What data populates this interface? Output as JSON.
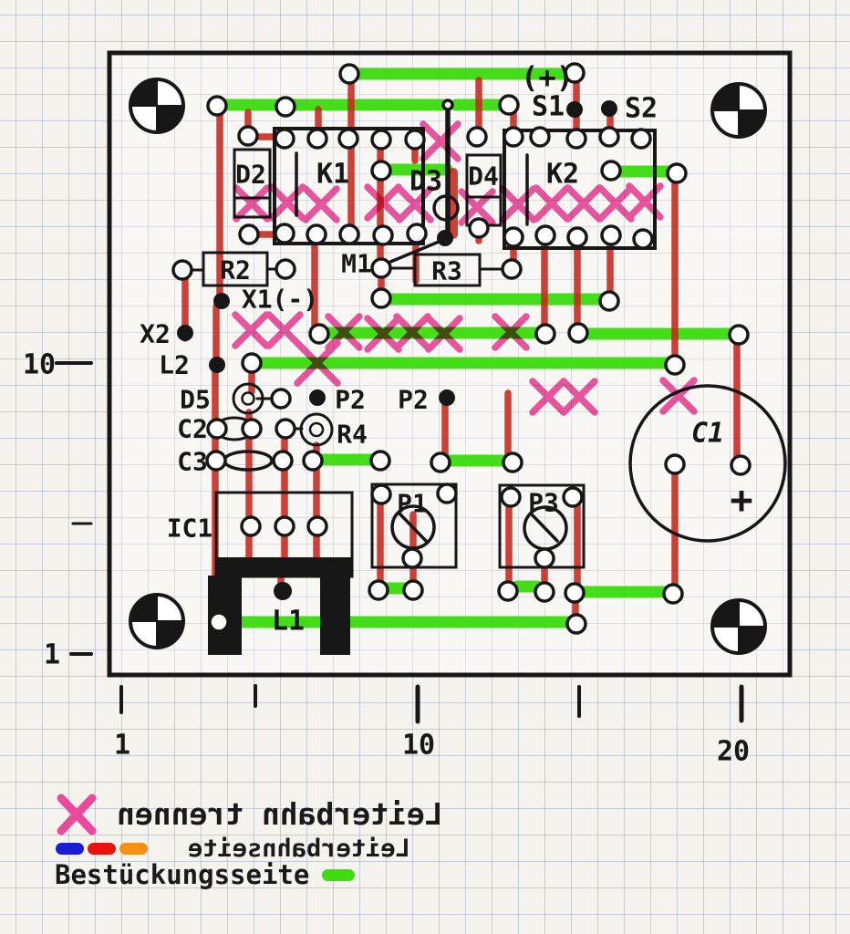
{
  "colors": {
    "green": "#3cdc0e",
    "red": "#c5291f",
    "pink": "#ea4a9b",
    "ink": "#171717",
    "paper": "#f5f3ee",
    "grid": "#aab2c6"
  },
  "legend": {
    "cut_label": "Leiterbahn trennen",
    "trace_side_label": "Leiterbahnseite",
    "component_side_label": "Bestückungsseite",
    "trace_side_swatches": [
      "#1b1bd8",
      "#e8130c",
      "#f49012"
    ],
    "component_side_swatch": "#3cdc0e"
  },
  "axes": {
    "left": {
      "labels": [
        [
          "10",
          43,
          400
        ],
        [
          "1",
          57,
          718
        ]
      ],
      "ticks": [
        [
          62,
          398,
          100,
          398,
          4
        ],
        [
          80,
          574,
          100,
          574,
          3
        ],
        [
          78,
          717,
          100,
          717,
          4
        ]
      ]
    },
    "bottom": {
      "labels": [
        [
          "1",
          134,
          817
        ],
        [
          "10",
          459,
          817
        ],
        [
          "20",
          804,
          824
        ]
      ],
      "ticks": [
        [
          133,
          753,
          133,
          781,
          4
        ],
        [
          280,
          752,
          280,
          774,
          4
        ],
        [
          458,
          753,
          458,
          791,
          5
        ],
        [
          635,
          753,
          635,
          785,
          4
        ],
        [
          813,
          753,
          813,
          790,
          5
        ]
      ]
    }
  },
  "board": {
    "outline": [
      120,
      58,
      746,
      682
    ],
    "fiducial_radius": 29,
    "fiducials": [
      [
        172,
        116
      ],
      [
        810,
        121
      ],
      [
        172,
        681
      ],
      [
        810,
        687
      ]
    ],
    "green_traces": [
      [
        81,
        390,
        628
      ],
      [
        115,
        247,
        305
      ],
      [
        115,
        322,
        484
      ],
      [
        115,
        500,
        554
      ],
      [
        186,
        429,
        490
      ],
      [
        188,
        677,
        736
      ],
      [
        328,
        429,
        661
      ],
      [
        365,
        358,
        591
      ],
      [
        366,
        646,
        802
      ],
      [
        398,
        285,
        733
      ],
      [
        504,
        353,
        411
      ],
      [
        505,
        490,
        556
      ],
      [
        645,
        424,
        449
      ],
      [
        643,
        567,
        589
      ],
      [
        649,
        639,
        731
      ],
      [
        682,
        250,
        626
      ]
    ],
    "red_traces_v": [
      [
        241,
        122,
        326
      ],
      [
        237,
        336,
        394
      ],
      [
        236,
        404,
        632
      ],
      [
        203,
        301,
        371
      ],
      [
        272,
        123,
        144
      ],
      [
        349,
        120,
        148
      ],
      [
        385,
        87,
        252
      ],
      [
        417,
        157,
        253
      ],
      [
        417,
        262,
        290
      ],
      [
        418,
        299,
        322
      ],
      [
        455,
        158,
        176
      ],
      [
        456,
        262,
        308
      ],
      [
        345,
        262,
        361
      ],
      [
        497,
        189,
        257,
        10
      ],
      [
        525,
        88,
        146
      ],
      [
        525,
        253,
        264
      ],
      [
        563,
        122,
        145
      ],
      [
        632,
        87,
        111
      ],
      [
        632,
        127,
        146
      ],
      [
        669,
        126,
        145
      ],
      [
        563,
        265,
        290
      ],
      [
        597,
        263,
        361
      ],
      [
        633,
        264,
        357
      ],
      [
        669,
        263,
        325
      ],
      [
        740,
        196,
        395
      ],
      [
        808,
        372,
        501
      ],
      [
        740,
        516,
        645
      ],
      [
        631,
        655,
        678
      ],
      [
        417,
        548,
        642
      ],
      [
        453,
        564,
        642
      ],
      [
        558,
        550,
        642
      ],
      [
        597,
        618,
        643
      ],
      [
        633,
        550,
        642
      ],
      [
        308,
        631,
        643
      ],
      [
        488,
        442,
        500
      ],
      [
        557,
        431,
        501
      ],
      [
        276,
        404,
        429
      ],
      [
        273,
        452,
        630
      ],
      [
        312,
        477,
        630
      ],
      [
        347,
        488,
        630
      ]
    ],
    "red_traces_h": [
      [
        150,
        281,
        303
      ],
      [
        257,
        281,
        303
      ]
    ],
    "component_boxes": [
      [
        257,
        164,
        39,
        74,
        3
      ],
      [
        301,
        141,
        163,
        126,
        4
      ],
      [
        512,
        170,
        37,
        77,
        3
      ],
      [
        553,
        143,
        165,
        129,
        4
      ],
      [
        223,
        277,
        70,
        36,
        3
      ],
      [
        455,
        279,
        71,
        34,
        3
      ],
      [
        237,
        540,
        149,
        92,
        3
      ],
      [
        408,
        531,
        92,
        91,
        3
      ],
      [
        548,
        532,
        92,
        90,
        3
      ]
    ],
    "black_lines": [
      [
        325,
        168,
        325,
        236,
        3.5
      ],
      [
        578,
        170,
        578,
        246,
        3.5
      ],
      [
        259,
        217,
        294,
        217,
        3
      ],
      [
        513,
        216,
        547,
        216,
        3
      ],
      [
        206,
        296,
        223,
        296,
        3
      ],
      [
        293,
        295,
        310,
        295,
        3
      ],
      [
        423,
        294,
        455,
        294,
        3
      ],
      [
        526,
        295,
        556,
        295,
        3
      ],
      [
        421,
        290,
        486,
        263,
        3.5
      ],
      [
        491,
        116,
        491,
        259,
        5.5
      ],
      [
        282,
        437,
        303,
        437,
        3
      ],
      [
        318,
        470,
        331,
        470,
        3
      ],
      [
        438,
        563,
        467,
        593,
        3.5
      ],
      [
        584,
        565,
        611,
        593,
        3.5
      ]
    ],
    "black_fills": [
      [
        237,
        611,
        149,
        21
      ],
      [
        228,
        631,
        37,
        87
      ],
      [
        351,
        631,
        33,
        87
      ]
    ],
    "circles": [
      [
        776,
        508,
        85,
        3.5
      ],
      [
        272,
        437,
        16,
        3
      ],
      [
        272,
        437,
        6.5,
        2.5
      ],
      [
        347,
        471,
        17,
        3
      ],
      [
        347,
        471,
        7,
        2.5
      ],
      [
        453,
        578,
        23,
        3.5
      ],
      [
        598,
        579,
        23,
        3.5
      ],
      [
        489,
        228,
        13,
        3.5
      ]
    ],
    "ellipses": [
      [
        257,
        470,
        21,
        12,
        3
      ],
      [
        272,
        505,
        26,
        10,
        3.5
      ]
    ],
    "pads": [
      [
        383,
        81
      ],
      [
        630,
        80
      ],
      [
        238,
        116
      ],
      [
        313,
        117
      ],
      [
        558,
        115
      ],
      [
        491,
        115,
        5
      ],
      [
        312,
        152
      ],
      [
        348,
        152
      ],
      [
        382,
        152
      ],
      [
        418,
        153
      ],
      [
        455,
        153
      ],
      [
        272,
        149
      ],
      [
        273,
        257
      ],
      [
        418,
        187
      ],
      [
        563,
        150
      ],
      [
        592,
        150
      ],
      [
        632,
        152
      ],
      [
        668,
        150
      ],
      [
        703,
        152
      ],
      [
        523,
        150
      ],
      [
        525,
        250
      ],
      [
        312,
        256
      ],
      [
        347,
        257
      ],
      [
        383,
        257
      ],
      [
        420,
        258
      ],
      [
        457,
        256
      ],
      [
        563,
        260
      ],
      [
        598,
        258
      ],
      [
        633,
        260
      ],
      [
        670,
        258
      ],
      [
        705,
        262
      ],
      [
        200,
        296
      ],
      [
        313,
        295
      ],
      [
        418,
        294
      ],
      [
        561,
        295
      ],
      [
        670,
        187
      ],
      [
        742,
        190
      ],
      [
        418,
        327
      ],
      [
        668,
        330
      ],
      [
        350,
        366
      ],
      [
        598,
        366
      ],
      [
        634,
        365
      ],
      [
        810,
        367
      ],
      [
        276,
        398
      ],
      [
        740,
        400
      ],
      [
        308,
        437
      ],
      [
        238,
        470
      ],
      [
        276,
        470
      ],
      [
        313,
        470
      ],
      [
        237,
        505
      ],
      [
        310,
        505
      ],
      [
        343,
        505
      ],
      [
        417,
        505
      ],
      [
        483,
        507
      ],
      [
        562,
        507
      ],
      [
        275,
        577
      ],
      [
        312,
        577
      ],
      [
        348,
        577
      ],
      [
        418,
        542
      ],
      [
        490,
        541
      ],
      [
        452,
        612
      ],
      [
        560,
        545
      ],
      [
        628,
        545
      ],
      [
        597,
        612
      ],
      [
        415,
        647
      ],
      [
        453,
        647
      ],
      [
        557,
        648
      ],
      [
        597,
        649
      ],
      [
        630,
        650
      ],
      [
        740,
        509
      ],
      [
        812,
        510
      ],
      [
        738,
        651
      ],
      [
        240,
        682
      ],
      [
        632,
        684
      ]
    ],
    "junction_dots": [
      [
        630,
        120
      ],
      [
        668,
        119
      ],
      [
        243,
        330
      ],
      [
        203,
        365
      ],
      [
        238,
        400
      ],
      [
        348,
        436
      ],
      [
        490,
        436
      ],
      [
        488,
        261
      ],
      [
        310,
        648,
        10
      ]
    ],
    "cut_marks": [
      [
        276,
        223
      ],
      [
        315,
        222
      ],
      [
        352,
        224
      ],
      [
        420,
        222
      ],
      [
        455,
        224
      ],
      [
        523,
        227
      ],
      [
        568,
        224
      ],
      [
        605,
        223
      ],
      [
        640,
        223
      ],
      [
        675,
        223
      ],
      [
        707,
        221
      ],
      [
        483,
        155,
        19
      ],
      [
        275,
        362
      ],
      [
        312,
        362
      ],
      [
        377,
        364
      ],
      [
        420,
        366
      ],
      [
        452,
        364
      ],
      [
        487,
        366
      ],
      [
        560,
        364
      ],
      [
        348,
        398,
        22
      ],
      [
        601,
        435
      ],
      [
        635,
        435
      ],
      [
        744,
        434
      ]
    ],
    "labels": [
      [
        "(+)",
        600,
        85,
        32
      ],
      [
        "S1",
        601,
        117,
        30
      ],
      [
        "S2",
        703,
        119,
        30
      ],
      [
        "D2",
        275,
        191,
        28
      ],
      [
        "K1",
        365,
        191,
        30
      ],
      [
        "D3",
        467,
        199,
        30
      ],
      [
        "D4",
        530,
        193,
        28
      ],
      [
        "K2",
        617,
        191,
        30
      ],
      [
        "R2",
        258,
        296,
        28
      ],
      [
        "M1",
        391,
        289,
        28
      ],
      [
        "R3",
        490,
        297,
        28
      ],
      [
        "X1(-)",
        307,
        328,
        28
      ],
      [
        "X2",
        170,
        366,
        28
      ],
      [
        "L2",
        191,
        400,
        28
      ],
      [
        "D5",
        214,
        438,
        28
      ],
      [
        "P2",
        384,
        438,
        28
      ],
      [
        "P2",
        453,
        438,
        28
      ],
      [
        "C2",
        211,
        470,
        28
      ],
      [
        "R4",
        386,
        476,
        28
      ],
      [
        "C3",
        211,
        506,
        28
      ],
      [
        "IC1",
        208,
        579,
        28
      ],
      [
        "P1",
        452,
        552,
        28
      ],
      [
        "P3",
        596,
        551,
        28
      ],
      [
        "C1",
        776,
        475,
        30,
        "i"
      ],
      [
        "+",
        813,
        548,
        42
      ],
      [
        "L1",
        316,
        681,
        30
      ]
    ]
  }
}
